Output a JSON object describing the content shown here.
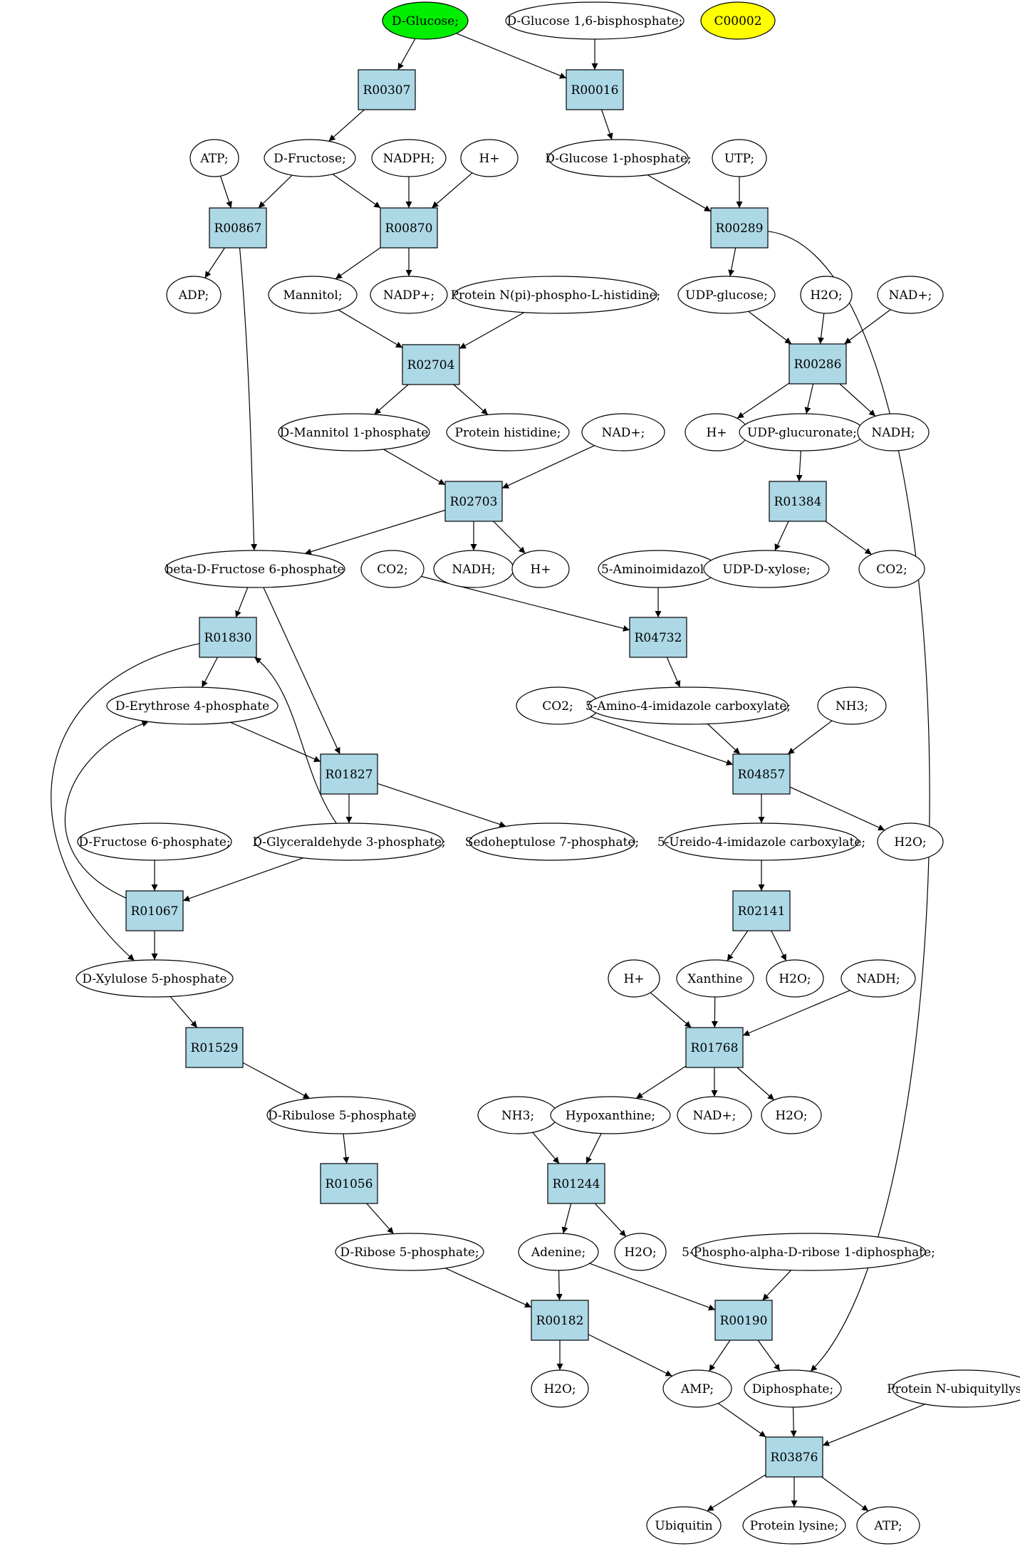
{
  "colors": {
    "reaction_fill": "#add8e6",
    "start_fill": "#00ee00",
    "highlight_fill": "#ffff00",
    "node_fill": "#ffffff",
    "stroke": "#000000"
  },
  "reactions": [
    "R00307",
    "R00016",
    "R00867",
    "R00870",
    "R00289",
    "R02704",
    "R00286",
    "R02703",
    "R01384",
    "R01830",
    "R04732",
    "R01827",
    "R04857",
    "R01067",
    "R02141",
    "R01529",
    "R01768",
    "R01056",
    "R01244",
    "R00182",
    "R00190",
    "R03876"
  ],
  "metabolites": [
    {
      "text": "D-Glucose;",
      "style": "start"
    },
    {
      "text": "D-Glucose 1,6-bisphosphate;"
    },
    {
      "text": "C00002",
      "style": "highlight"
    },
    {
      "text": "ATP;"
    },
    {
      "text": "D-Fructose;"
    },
    {
      "text": "NADPH;"
    },
    {
      "text": "H+"
    },
    {
      "text": "D-Glucose 1-phosphate;"
    },
    {
      "text": "UTP;"
    },
    {
      "text": "ADP;"
    },
    {
      "text": "Mannitol;"
    },
    {
      "text": "NADP+;"
    },
    {
      "text": "Protein N(pi)-phospho-L-histidine;"
    },
    {
      "text": "UDP-glucose;"
    },
    {
      "text": "H2O;"
    },
    {
      "text": "NAD+;"
    },
    {
      "text": "D-Mannitol 1-phosphate"
    },
    {
      "text": "Protein histidine;"
    },
    {
      "text": "NAD+;"
    },
    {
      "text": "H+"
    },
    {
      "text": "UDP-glucuronate;"
    },
    {
      "text": "NADH;"
    },
    {
      "text": "beta-D-Fructose 6-phosphate"
    },
    {
      "text": "CO2;"
    },
    {
      "text": "NADH;"
    },
    {
      "text": "H+"
    },
    {
      "text": "5-Aminoimidazole;"
    },
    {
      "text": "UDP-D-xylose;"
    },
    {
      "text": "CO2;"
    },
    {
      "text": "D-Erythrose 4-phosphate"
    },
    {
      "text": "CO2;"
    },
    {
      "text": "5-Amino-4-imidazole carboxylate;"
    },
    {
      "text": "NH3;"
    },
    {
      "text": "D-Fructose 6-phosphate;"
    },
    {
      "text": "D-Glyceraldehyde 3-phosphate;"
    },
    {
      "text": "Sedoheptulose 7-phosphate;"
    },
    {
      "text": "5-Ureido-4-imidazole carboxylate;"
    },
    {
      "text": "H2O;"
    },
    {
      "text": "D-Xylulose 5-phosphate"
    },
    {
      "text": "H+"
    },
    {
      "text": "Xanthine"
    },
    {
      "text": "H2O;"
    },
    {
      "text": "NADH;"
    },
    {
      "text": "D-Ribulose 5-phosphate"
    },
    {
      "text": "NH3;"
    },
    {
      "text": "Hypoxanthine;"
    },
    {
      "text": "NAD+;"
    },
    {
      "text": "H2O;"
    },
    {
      "text": "D-Ribose 5-phosphate;"
    },
    {
      "text": "Adenine;"
    },
    {
      "text": "H2O;"
    },
    {
      "text": "5-Phospho-alpha-D-ribose 1-diphosphate;"
    },
    {
      "text": "H2O;"
    },
    {
      "text": "AMP;"
    },
    {
      "text": "Diphosphate;"
    },
    {
      "text": "Protein N-ubiquityllysine"
    },
    {
      "text": "Ubiquitin"
    },
    {
      "text": "Protein lysine;"
    },
    {
      "text": "ATP;"
    }
  ]
}
